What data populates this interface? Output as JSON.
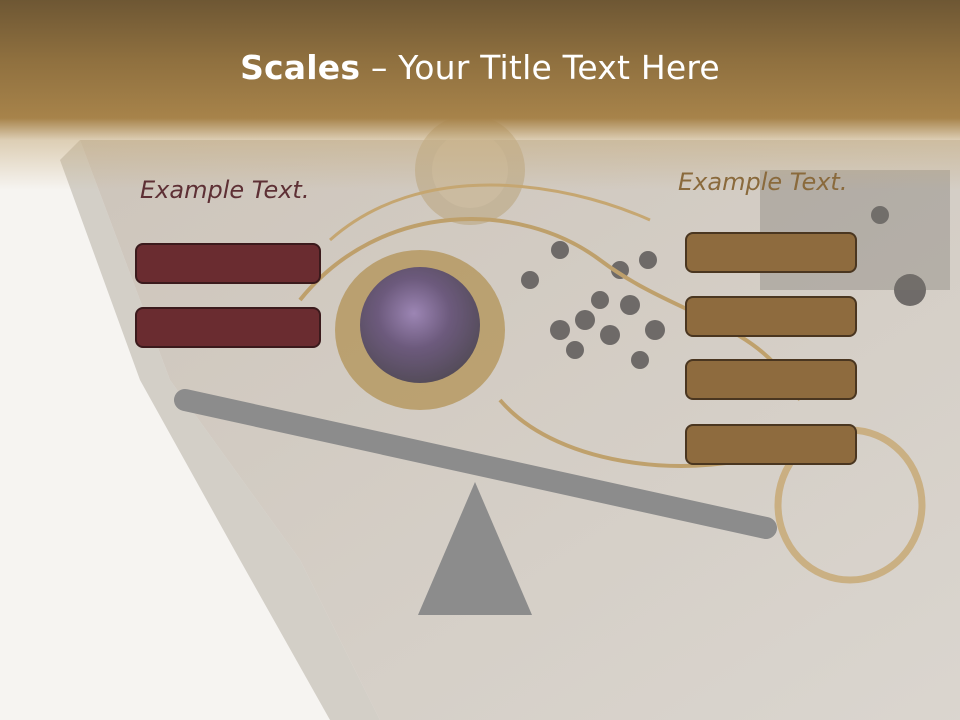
{
  "slide": {
    "title_bold": "Scales",
    "title_rest": " – Your Title Text Here",
    "left_label": "Example Text.",
    "right_label": "Example Text.",
    "left_boxes": [
      "",
      ""
    ],
    "right_boxes": [
      "",
      "",
      "",
      ""
    ]
  },
  "colors": {
    "header": "#8f703f",
    "left_box": "#6a2c30",
    "right_box": "#8e6b3e",
    "beam": "#8c8c8c",
    "title_text": "#ffffff"
  }
}
